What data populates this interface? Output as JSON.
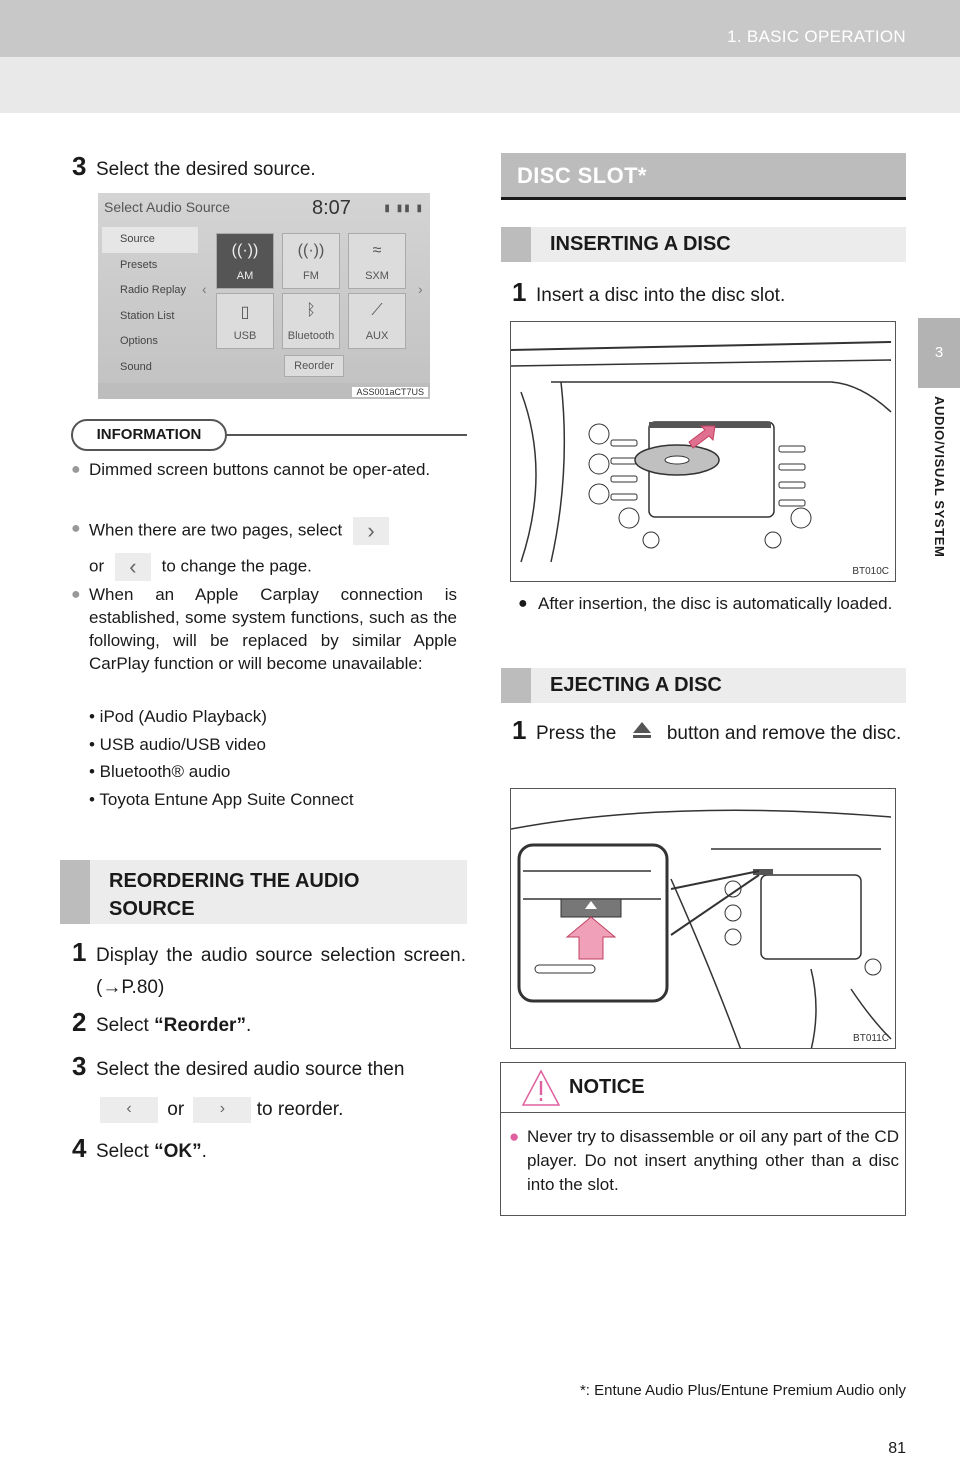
{
  "header": {
    "chapter": "1. BASIC OPERATION"
  },
  "side_tab": {
    "number": "3",
    "label": "AUDIO/VISUAL SYSTEM"
  },
  "left": {
    "step3": {
      "num": "3",
      "text": "Select the desired source."
    },
    "screen": {
      "title": "Select Audio Source",
      "clock": "8:07",
      "menu": [
        "Source",
        "Presets",
        "Radio Replay",
        "Station List",
        "Options",
        "Sound"
      ],
      "tiles": [
        "AM",
        "FM",
        "SXM",
        "USB",
        "Bluetooth",
        "AUX"
      ],
      "reorder": "Reorder",
      "code": "ASS001aCT7US"
    },
    "information": {
      "label": "INFORMATION",
      "item1": "Dimmed screen buttons cannot be oper-ated.",
      "item2_a": "When there are two pages, select",
      "item2_b": "or",
      "item2_c": "to change the page.",
      "item3": "When an Apple Carplay connection is established, some system functions, such as the following, will be replaced by similar Apple CarPlay function or will become unavailable:",
      "list": [
        "• iPod (Audio Playback)",
        "• USB audio/USB video",
        "• Bluetooth® audio",
        "• Toyota Entune App Suite Connect"
      ]
    },
    "reorder_section": {
      "heading": "REORDERING THE AUDIO SOURCE",
      "s1_num": "1",
      "s1": "Display the audio source selection screen. (→P.80)",
      "s2_num": "2",
      "s2_a": "Select ",
      "s2_b": "“Reorder”",
      "s2_c": ".",
      "s3_num": "3",
      "s3_a": "Select the desired audio source then",
      "s3_or": "or",
      "s3_b": "to reorder.",
      "s4_num": "4",
      "s4_a": "Select ",
      "s4_b": "“OK”",
      "s4_c": "."
    }
  },
  "right": {
    "section": "DISC SLOT*",
    "inserting": {
      "heading": "INSERTING A DISC",
      "s1_num": "1",
      "s1": "Insert a disc into the disc slot.",
      "caption": "BT010C",
      "note": "After insertion, the disc is automatically loaded."
    },
    "ejecting": {
      "heading": "EJECTING A DISC",
      "s1_num": "1",
      "s1_a": "Press the",
      "s1_b": "button and remove the disc.",
      "caption": "BT011C"
    },
    "notice": {
      "label": "NOTICE",
      "text": "Never try to disassemble or oil any part of the CD player. Do not insert anything other than a disc into the slot."
    }
  },
  "footnote": "*: Entune Audio Plus/Entune Premium Audio only",
  "page_number": "81"
}
